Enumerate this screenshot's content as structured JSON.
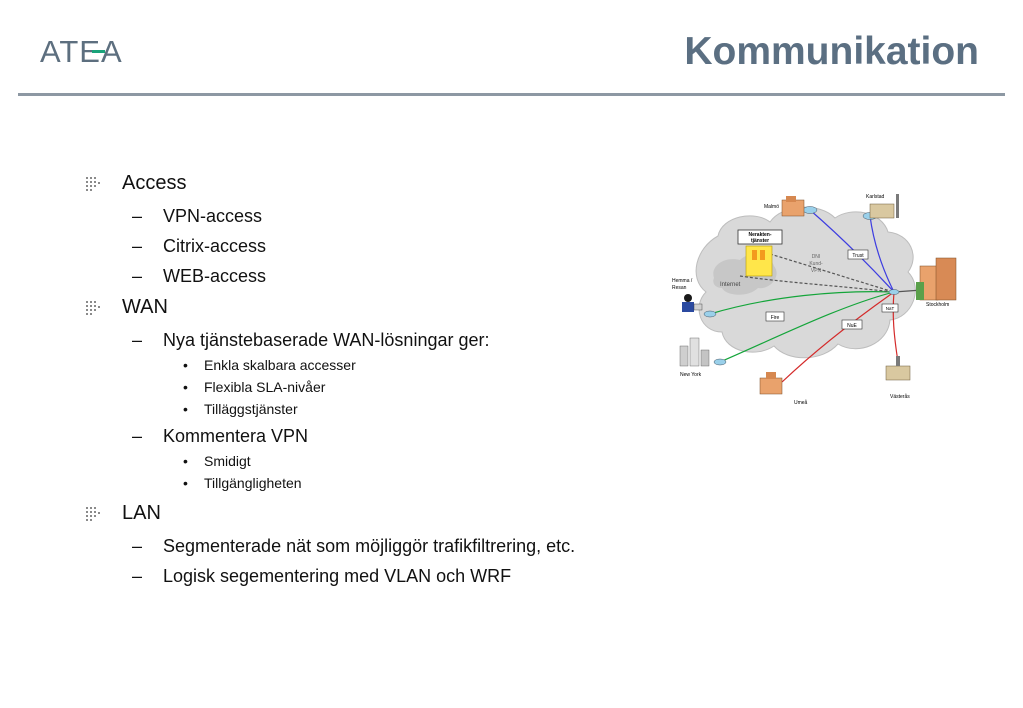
{
  "header": {
    "logo_text": "ATEA",
    "title": "Kommunikation"
  },
  "outline": {
    "access": {
      "label": "Access",
      "items": [
        "VPN-access",
        "Citrix-access",
        "WEB-access"
      ]
    },
    "wan": {
      "label": "WAN",
      "sub1": {
        "label": "Nya tjänstebaserade WAN-lösningar ger:",
        "points": [
          "Enkla skalbara accesser",
          "Flexibla SLA-nivåer",
          "Tilläggstjänster"
        ]
      },
      "sub2": {
        "label": "Kommentera VPN",
        "points": [
          "Smidigt",
          "Tillgängligheten"
        ]
      }
    },
    "lan": {
      "label": "LAN",
      "items": [
        "Segmenterade nät som möjliggör trafikfiltrering, etc.",
        "Logisk segementering med VLAN och WRF"
      ]
    }
  },
  "diagram": {
    "cities": {
      "malmo": "Malmö",
      "karlstad": "Karlstad",
      "stockholm": "Stockholm",
      "hemma": "Hemma /",
      "resan": "Resan",
      "newyork": "New York",
      "umea": "Umeå",
      "vasteras": "Västerås"
    },
    "service_box": [
      "Nerakten-",
      "tjänster"
    ],
    "cloud_labels": {
      "internet": "Internet",
      "vpn": [
        "DNI",
        "Kund-",
        "VPN"
      ]
    },
    "tags": {
      "trust": "Trust",
      "fire": "Fire",
      "nat": "NaT",
      "multi": "NuE"
    },
    "colors": {
      "blue_link": "#3d3de0",
      "green_link": "#14a53a",
      "red_link": "#d42a2a",
      "cloud": "#d9d9d9"
    }
  }
}
